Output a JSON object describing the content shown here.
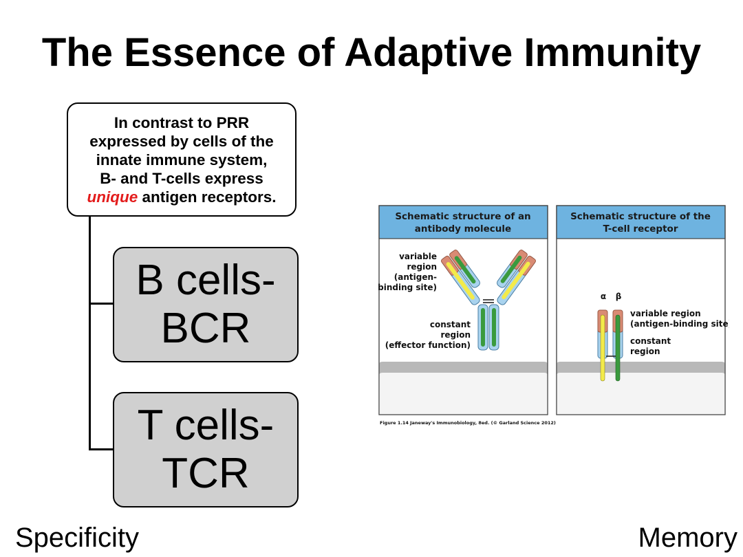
{
  "title": "The Essence of Adaptive Immunity",
  "hierarchy": {
    "top_box": {
      "line1": "In contrast to PRR",
      "line2": "expressed by cells of the",
      "line3": "innate immune system,",
      "line4": "B- and T-cells express",
      "emphasis": "unique",
      "line5_rest": " antigen receptors."
    },
    "children": [
      {
        "line1": "B cells-",
        "line2": "BCR"
      },
      {
        "line1": "T cells-",
        "line2": "TCR"
      }
    ]
  },
  "figure": {
    "left_panel": {
      "title_line1": "Schematic structure of an",
      "title_line2": "antibody molecule",
      "variable_label": [
        "variable",
        "region",
        "(antigen-",
        "binding site)"
      ],
      "constant_label": [
        "constant",
        "region",
        "(effector function)"
      ]
    },
    "right_panel": {
      "title_line1": "Schematic structure of the",
      "title_line2": "T-cell receptor",
      "alpha": "α",
      "beta": "β",
      "variable_label": [
        "variable region",
        "(antigen-binding site)"
      ],
      "constant_label": [
        "constant",
        "region"
      ]
    },
    "caption": "Figure 1.14 Janeway's Immunobiology, 8ed. (© Garland Science 2012)",
    "colors": {
      "header_bg": "#6eb3e0",
      "variable_red": "#d98b74",
      "light_blue": "#a9d3ee",
      "green": "#3a9a3e",
      "yellow": "#f3eb4a",
      "membrane_grey": "#b8b8b8"
    }
  },
  "footer": {
    "left": "Specificity",
    "right": "Memory"
  }
}
